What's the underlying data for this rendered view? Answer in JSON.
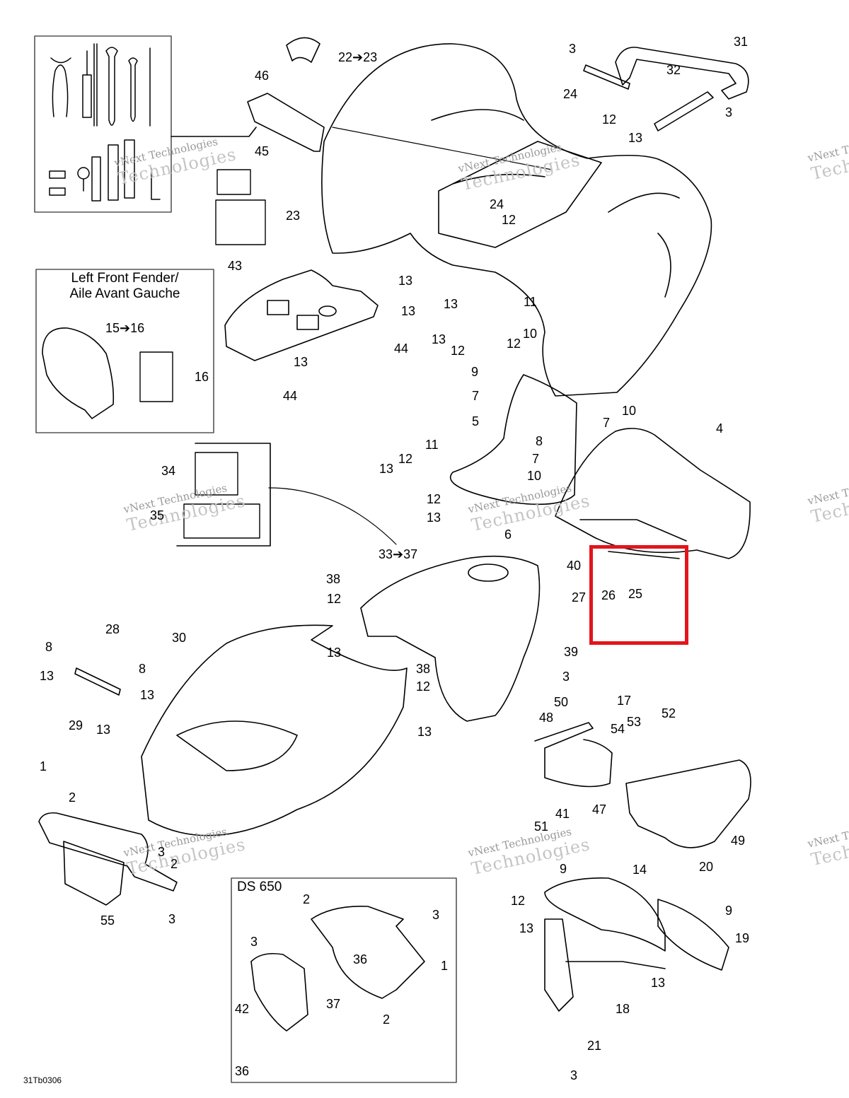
{
  "diagram": {
    "code": "31Tb0306",
    "highlight_color": "#e3141b",
    "left_fender_box_title": [
      "Left Front Fender/",
      "Aile Avant Gauche"
    ],
    "ds650_box_title": "DS 650",
    "watermark": {
      "line1": "vNext Technologies",
      "line2": "Technologies"
    },
    "callouts": [
      "31",
      "3",
      "32",
      "3",
      "24",
      "12",
      "13",
      "22➔23",
      "46",
      "45",
      "23",
      "24",
      "12",
      "13",
      "13",
      "43",
      "13",
      "13",
      "44",
      "44",
      "11",
      "13",
      "12",
      "12",
      "10",
      "9",
      "7",
      "10",
      "7",
      "5",
      "8",
      "11",
      "12",
      "13",
      "7",
      "10",
      "12",
      "13",
      "6",
      "4",
      "34",
      "35",
      "15➔16",
      "16",
      "33➔37",
      "38",
      "12",
      "13",
      "40",
      "27",
      "26",
      "25",
      "39",
      "3",
      "28",
      "8",
      "13",
      "8",
      "13",
      "29",
      "13",
      "30",
      "38",
      "12",
      "13",
      "17",
      "50",
      "48",
      "52",
      "53",
      "54",
      "47",
      "41",
      "51",
      "49",
      "1",
      "2",
      "3",
      "2",
      "3",
      "55",
      "14",
      "9",
      "20",
      "12",
      "9",
      "13",
      "19",
      "13",
      "18",
      "21",
      "3",
      "2",
      "3",
      "36",
      "3",
      "1",
      "37",
      "42",
      "2",
      "36"
    ]
  }
}
